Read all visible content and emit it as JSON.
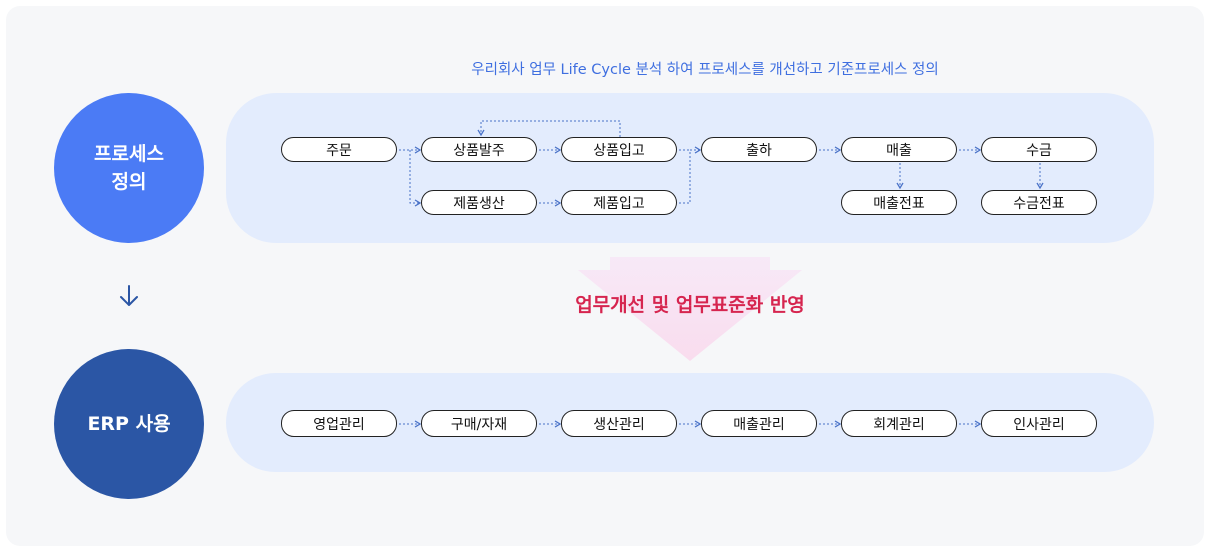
{
  "left_labels": {
    "top_line1": "프로세스",
    "top_line2": "정의",
    "bottom": "ERP 사용"
  },
  "caption": "우리회사 업무 Life Cycle 분석 하여 프로세스를 개선하고 기준프로세스 정의",
  "process_nodes": {
    "order": "주문",
    "purchase_order": "상품발주",
    "goods_receipt": "상품입고",
    "production": "제품생산",
    "product_receipt": "제품입고",
    "shipment": "출하",
    "sales": "매출",
    "collection": "수금",
    "sales_slip": "매출전표",
    "collection_slip": "수금전표"
  },
  "center_message": "업무개선 및 업무표준화 반영",
  "erp_modules": [
    "영업관리",
    "구매/자재",
    "생산관리",
    "매출관리",
    "회계관리",
    "인사관리"
  ],
  "colors": {
    "circle_top": "#4b7bf5",
    "circle_bottom": "#2b56a5",
    "band": "#e3ecfd",
    "caption": "#3f6fe0",
    "highlight": "#d6254f",
    "connector": "#4a72c8"
  }
}
